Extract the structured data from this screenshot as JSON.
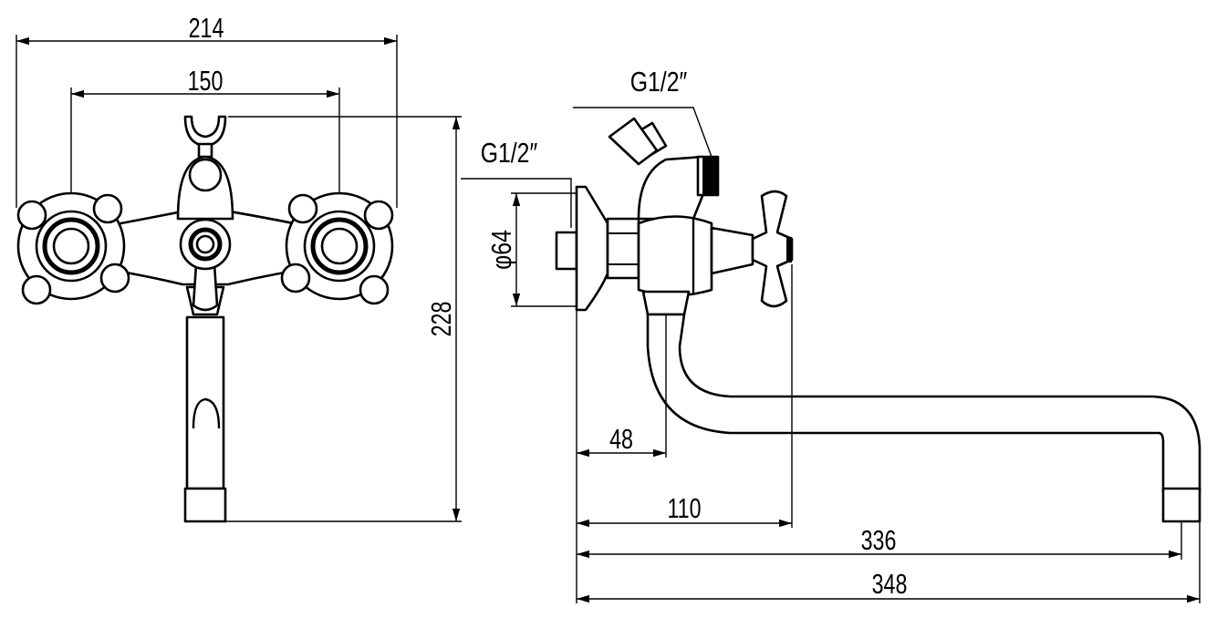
{
  "drawing": {
    "front_view": {
      "width_overall": "214",
      "center_distance": "150",
      "height_overall": "228"
    },
    "side_view": {
      "shower_outlet_thread": "G1/2″",
      "inlet_thread": "G1/2″",
      "flange_diameter": "φ64",
      "wall_to_body": "48",
      "wall_to_handle": "110",
      "spout_reach_axis": "336",
      "spout_reach_total": "348"
    },
    "line_color": "#000000",
    "background": "#ffffff"
  }
}
